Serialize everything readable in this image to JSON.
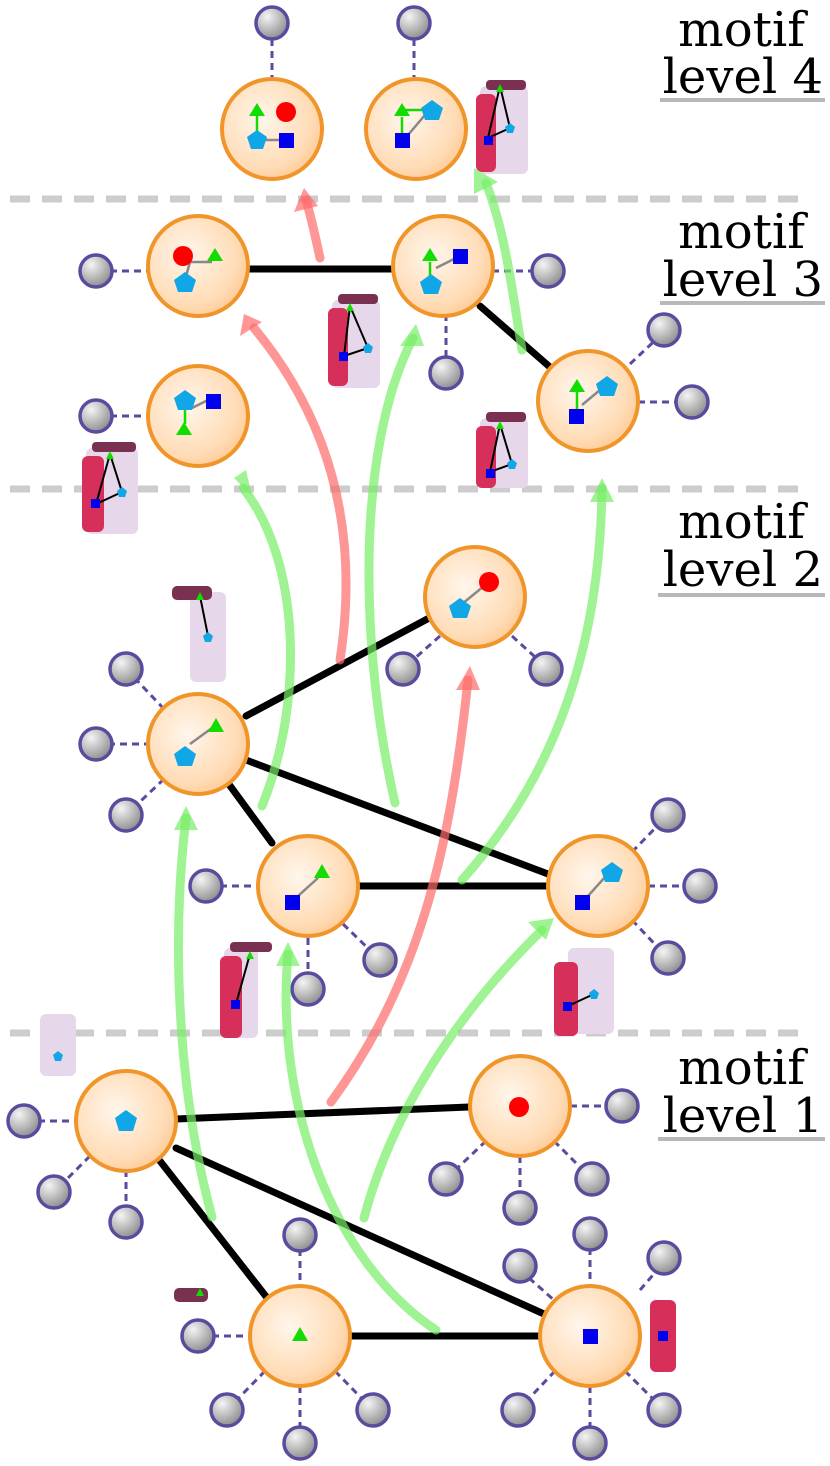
{
  "levels": [
    {
      "word": "motif",
      "label": "level 4"
    },
    {
      "word": "motif",
      "label": "level 3"
    },
    {
      "word": "motif",
      "label": "level 2"
    },
    {
      "word": "motif",
      "label": "level 1"
    }
  ],
  "colors": {
    "node_fill_center": "#fff3e6",
    "node_fill_edge": "#ffc48c",
    "node_stroke": "#f0952a",
    "port_stroke": "#5b4a9e",
    "edge": "#000000",
    "separator": "#cccccc",
    "arrow_promote": "#77ee66",
    "arrow_merge": "#ff6b6b",
    "circle": "#ff0000",
    "triangle": "#11dd00",
    "square": "#0000ee",
    "pentagon": "#11a7e6"
  },
  "icons": [
    "red-circle",
    "green-triangle",
    "blue-square",
    "cyan-pentagon",
    "protein-structure"
  ]
}
